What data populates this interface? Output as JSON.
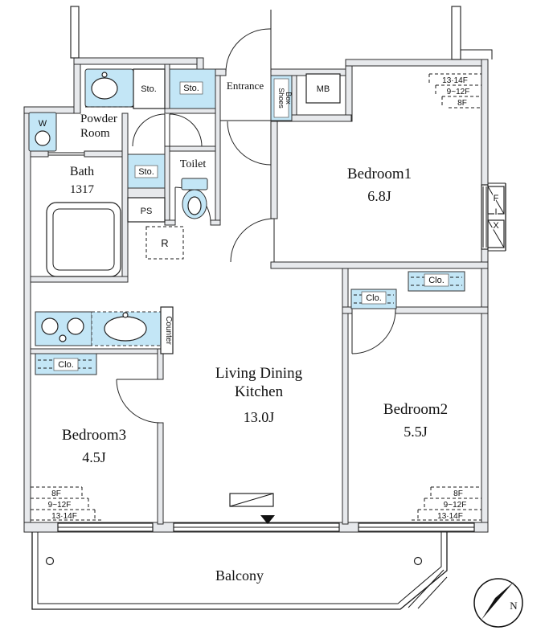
{
  "rooms": {
    "bedroom1": {
      "name": "Bedroom1",
      "size": "6.8J"
    },
    "bedroom2": {
      "name": "Bedroom2",
      "size": "5.5J"
    },
    "bedroom3": {
      "name": "Bedroom3",
      "size": "4.5J"
    },
    "ldk": {
      "line1": "Living Dining",
      "line2": "Kitchen",
      "size": "13.0J"
    },
    "bath": {
      "name": "Bath",
      "size": "1317"
    },
    "powder_room": {
      "line1": "Powder",
      "line2": "Room"
    },
    "toilet": {
      "name": "Toilet"
    },
    "entrance": {
      "name": "Entrance"
    },
    "balcony": {
      "name": "Balcony"
    }
  },
  "fixtures": {
    "storage_labels": [
      "Sto.",
      "Sto.",
      "Sto."
    ],
    "closet_labels": [
      "Clo.",
      "Clo.",
      "Clo."
    ],
    "shoes_box": {
      "line1": "Shoes",
      "line2": "Box"
    },
    "meter_box": "MB",
    "pipe_space": "PS",
    "refrigerator": "R",
    "washer": "W",
    "counter": "Counter",
    "fix_window": [
      "F",
      "I",
      "X"
    ]
  },
  "floor_marks": {
    "top_right": [
      "13·14F",
      "9~12F",
      "8F"
    ],
    "bottom_left": [
      "8F",
      "9~12F",
      "13·14F"
    ],
    "bottom_right": [
      "8F",
      "9~12F",
      "13·14F"
    ]
  },
  "compass": {
    "north": "N"
  },
  "colors": {
    "wall_fill": "#e7e9ec",
    "fixture_fill": "#c3e6f6",
    "line": "#1a1a1a"
  }
}
